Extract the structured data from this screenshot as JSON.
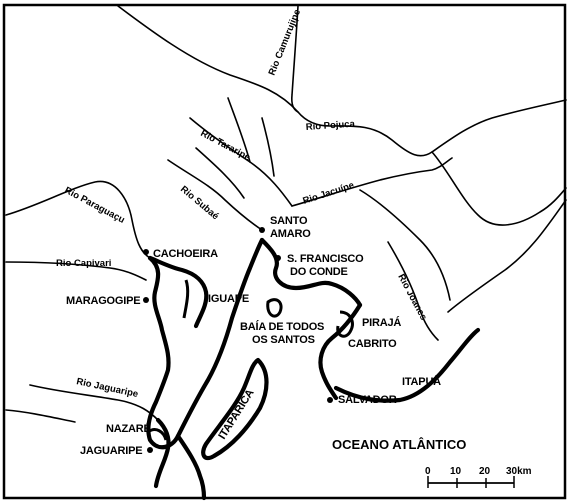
{
  "map": {
    "ocean_label": "OCEANO ATLÂNTICO",
    "bay_label_line1": "BAÍA DE TODOS",
    "bay_label_line2": "OS SANTOS",
    "towns": {
      "cachoeira": "CACHOEIRA",
      "maragogipe": "MARAGOGIPE",
      "santo_amaro_1": "SANTO",
      "santo_amaro_2": "AMARO",
      "sao_francisco_1": "S. FRANCISCO",
      "sao_francisco_2": "DO CONDE",
      "iguape": "IGUAPE",
      "piraja": "PIRAJÁ",
      "cabrito": "CABRITO",
      "salvador": "SALVADOR",
      "itapua": "ITAPUÃ",
      "itaparica": "ITAPARICA",
      "nazare": "NAZARÉ",
      "jaguaripe": "JAGUARIPE"
    },
    "rivers": {
      "camurujipe": "Rio Camurujipe",
      "pojuca": "Rio Pojuca",
      "tararipe": "Rio Tararipe",
      "jacuipe": "Rio Jacuípe",
      "paraguacu": "Rio Paraguaçu",
      "subae": "Rio Subaé",
      "capivari": "Rio Capivari",
      "joanes": "Rio Joanes",
      "jaguaripe": "Rio Jaguaripe"
    },
    "scale": {
      "ticks": [
        "0",
        "10",
        "20",
        "30km"
      ]
    }
  }
}
